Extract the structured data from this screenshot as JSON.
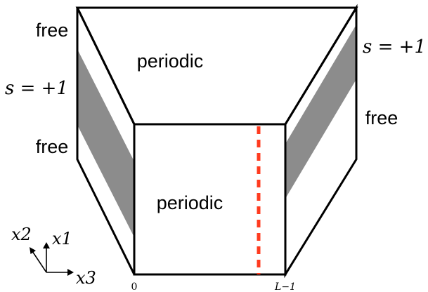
{
  "labels": {
    "top_face": "periodic",
    "front_face": "periodic",
    "left_free_top": "free",
    "left_free_bottom": "free",
    "left_band": "s = +1",
    "right_band": "s = +1",
    "right_free": "free",
    "tick_start": "0",
    "tick_end": "L−1"
  },
  "axes": {
    "x1": "x1",
    "x2": "x2",
    "x3": "x3"
  },
  "colors": {
    "outline": "#000000",
    "band": "#8c8c8c",
    "dashed_line": "#ff3b1f",
    "background": "#ffffff"
  }
}
